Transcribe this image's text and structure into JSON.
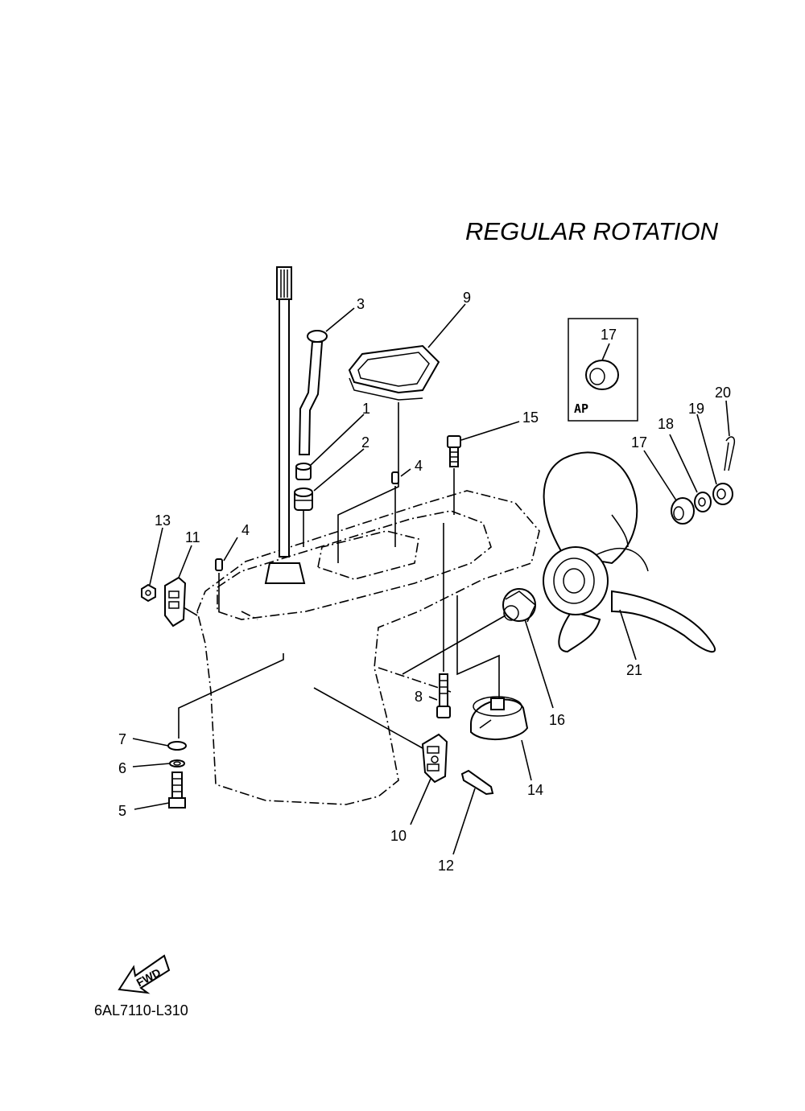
{
  "title": "REGULAR ROTATION",
  "drawing_code": "6AL7110-L310",
  "fwd_label": "FWD",
  "inset_label": "AP",
  "callouts": {
    "c1": "1",
    "c2": "2",
    "c3": "3",
    "c4a": "4",
    "c4b": "4",
    "c5": "5",
    "c6": "6",
    "c7": "7",
    "c8": "8",
    "c9": "9",
    "c10": "10",
    "c11": "11",
    "c12": "12",
    "c13": "13",
    "c14": "14",
    "c15": "15",
    "c16": "16",
    "c17a": "17",
    "c17b": "17",
    "c18": "18",
    "c19": "19",
    "c20": "20",
    "c21": "21"
  }
}
